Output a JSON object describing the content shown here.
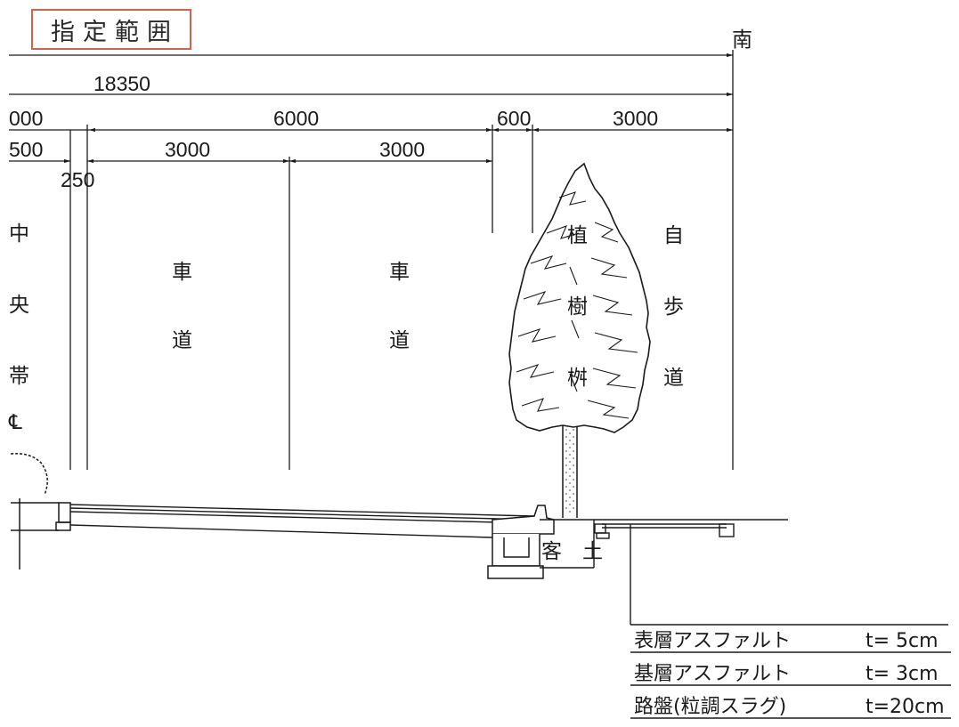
{
  "drawing": {
    "title": "指定範囲",
    "direction": "南",
    "dimensions": {
      "total": "18350",
      "median_half": "000",
      "carriageway": "6000",
      "planting": "600",
      "sidewalk": "3000",
      "median_part": "500",
      "lane_1": "3000",
      "lane_2": "3000",
      "shoulder": "250"
    },
    "zones": {
      "median": [
        "中",
        "央",
        "帯"
      ],
      "lane_1": [
        "車",
        "道"
      ],
      "lane_2": [
        "車",
        "道"
      ],
      "planting": [
        "植",
        "樹",
        "桝"
      ],
      "sidewalk": [
        "自",
        "歩",
        "道"
      ]
    },
    "centerline_symbol": "℄",
    "soil_label": "客　土",
    "legend": [
      {
        "name": "表層アスファルト",
        "thickness": "t= 5cm"
      },
      {
        "name": "基層アスファルト",
        "thickness": "t= 3cm"
      },
      {
        "name": "路盤(粒調スラグ)",
        "thickness": "t=20cm"
      }
    ]
  }
}
